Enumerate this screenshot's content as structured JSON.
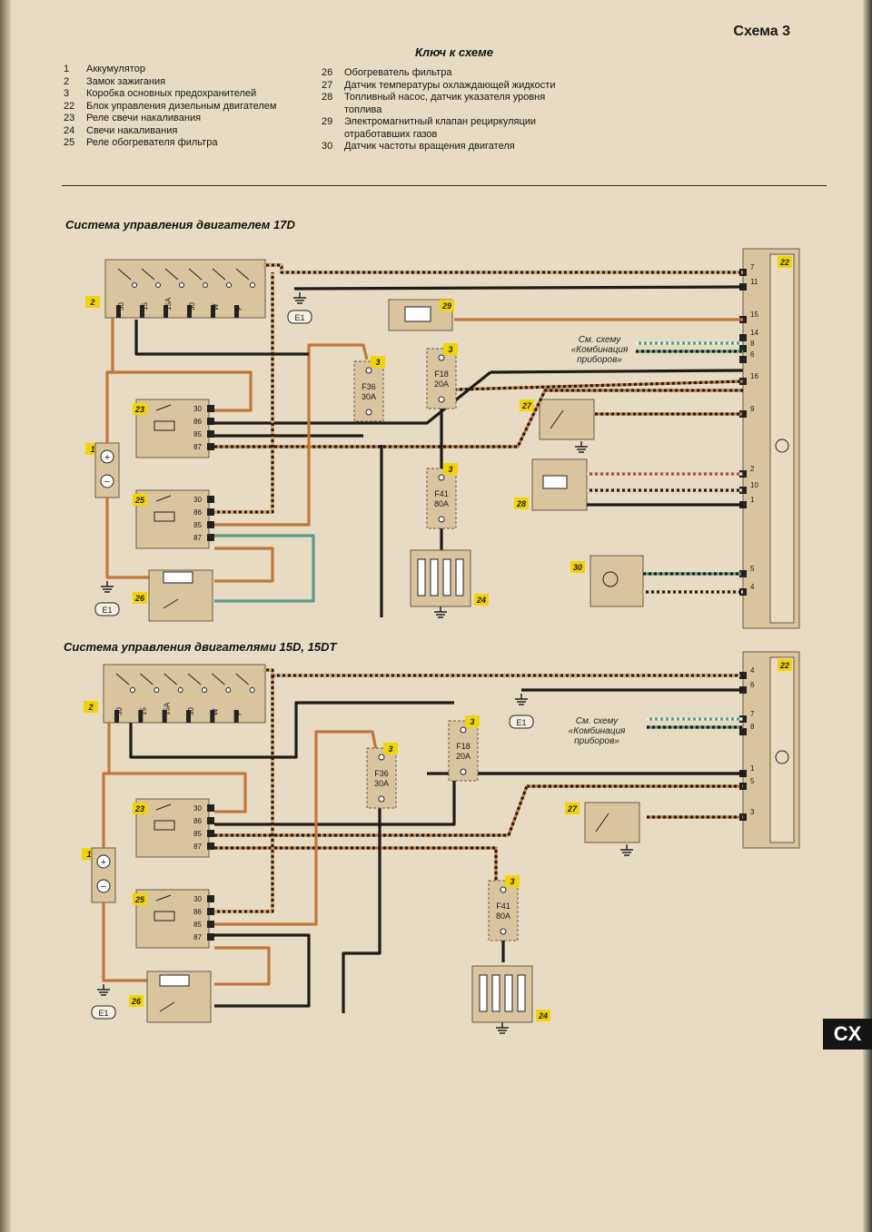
{
  "header": {
    "scheme": "Схема 3",
    "legend_title": "Ключ к схеме"
  },
  "legend_left": [
    {
      "num": "1",
      "text": "Аккумулятор"
    },
    {
      "num": "2",
      "text": "Замок зажигания"
    },
    {
      "num": "3",
      "text": "Коробка основных предохранителей"
    },
    {
      "num": "22",
      "text": "Блок управления дизельным двигателем"
    },
    {
      "num": "23",
      "text": "Реле свечи накаливания"
    },
    {
      "num": "24",
      "text": "Свечи накаливания"
    },
    {
      "num": "25",
      "text": "Реле обогревателя фильтра"
    }
  ],
  "legend_right": [
    {
      "num": "26",
      "text": "Обогреватель фильтра"
    },
    {
      "num": "27",
      "text": "Датчик температуры охлаждающей жидкости"
    },
    {
      "num": "28",
      "text": "Топливный насос, датчик указателя уровня топлива"
    },
    {
      "num": "29",
      "text": "Электромагнитный клапан рециркуляции отработавших газов"
    },
    {
      "num": "30",
      "text": "Датчик частоты вращения двигателя"
    }
  ],
  "sections": {
    "top_title": "Система управления двигателем 17D",
    "bottom_title": "Система управления двигателями 15D, 15DT"
  },
  "labels": {
    "ground": "E1",
    "see_scheme": "См. схему «Комбинация приборов»",
    "page_tab": "CX"
  },
  "diagram_top": {
    "ecu_pins": [
      "7",
      "11",
      "15",
      "14",
      "8",
      "6",
      "16",
      "9",
      "2",
      "10",
      "1",
      "5",
      "4"
    ],
    "fuses": [
      {
        "ref": "3",
        "name": "F36",
        "rating": "30A"
      },
      {
        "ref": "3",
        "name": "F18",
        "rating": "20A"
      },
      {
        "ref": "3",
        "name": "F41",
        "rating": "80A"
      }
    ],
    "switch_terms": [
      "30",
      "15",
      "15A",
      "50",
      "W",
      "P"
    ],
    "relay_terms": [
      "30",
      "86",
      "85",
      "87"
    ]
  },
  "diagram_bottom": {
    "ecu_pins": [
      "4",
      "6",
      "7",
      "8",
      "1",
      "5",
      "3"
    ],
    "fuses": [
      {
        "ref": "3",
        "name": "F36",
        "rating": "30A"
      },
      {
        "ref": "3",
        "name": "F18",
        "rating": "20A"
      },
      {
        "ref": "3",
        "name": "F41",
        "rating": "80A"
      }
    ]
  },
  "colors": {
    "paper": "#e7dcc3",
    "component": "#d8c49d",
    "badge": "#f2d500",
    "wire_orange": "#c2773a",
    "wire_black": "#1f1b18",
    "wire_green": "#5c9a88",
    "wire_red": "#b0483b"
  }
}
